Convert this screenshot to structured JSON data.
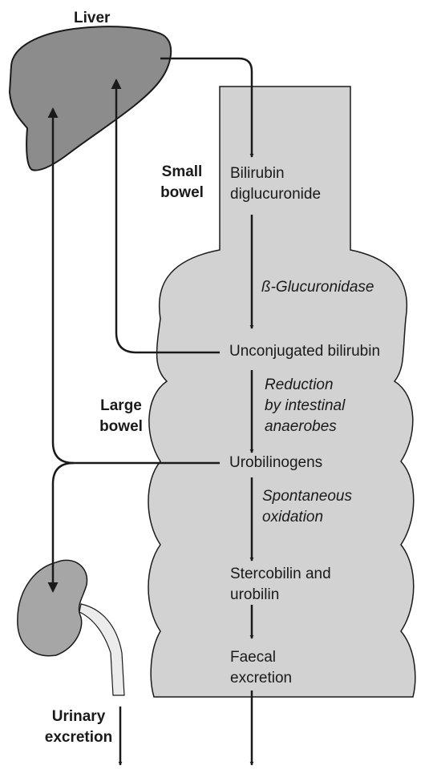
{
  "organs": {
    "liver": "Liver",
    "small_bowel": [
      "Small",
      "bowel"
    ],
    "large_bowel": [
      "Large",
      "bowel"
    ],
    "urinary_excretion": [
      "Urinary",
      "excretion"
    ]
  },
  "compounds": {
    "bilirubin_diglucuronide": [
      "Bilirubin",
      "diglucuronide"
    ],
    "unconjugated_bilirubin": "Unconjugated bilirubin",
    "urobilinogens": "Urobilinogens",
    "stercobilin_urobilin": [
      "Stercobilin and",
      "urobilin"
    ],
    "faecal_excretion": [
      "Faecal",
      "excretion"
    ]
  },
  "processes": {
    "glucuronidase": "ß-Glucuronidase",
    "reduction": [
      "Reduction",
      "by intestinal",
      "anaerobes"
    ],
    "oxidation": [
      "Spontaneous",
      "oxidation"
    ]
  },
  "colors": {
    "liver_fill": "#8c8c8c",
    "kidney_fill": "#a6a6a6",
    "bowel_fill": "#d2d2d2",
    "line": "#1a1a1a"
  }
}
